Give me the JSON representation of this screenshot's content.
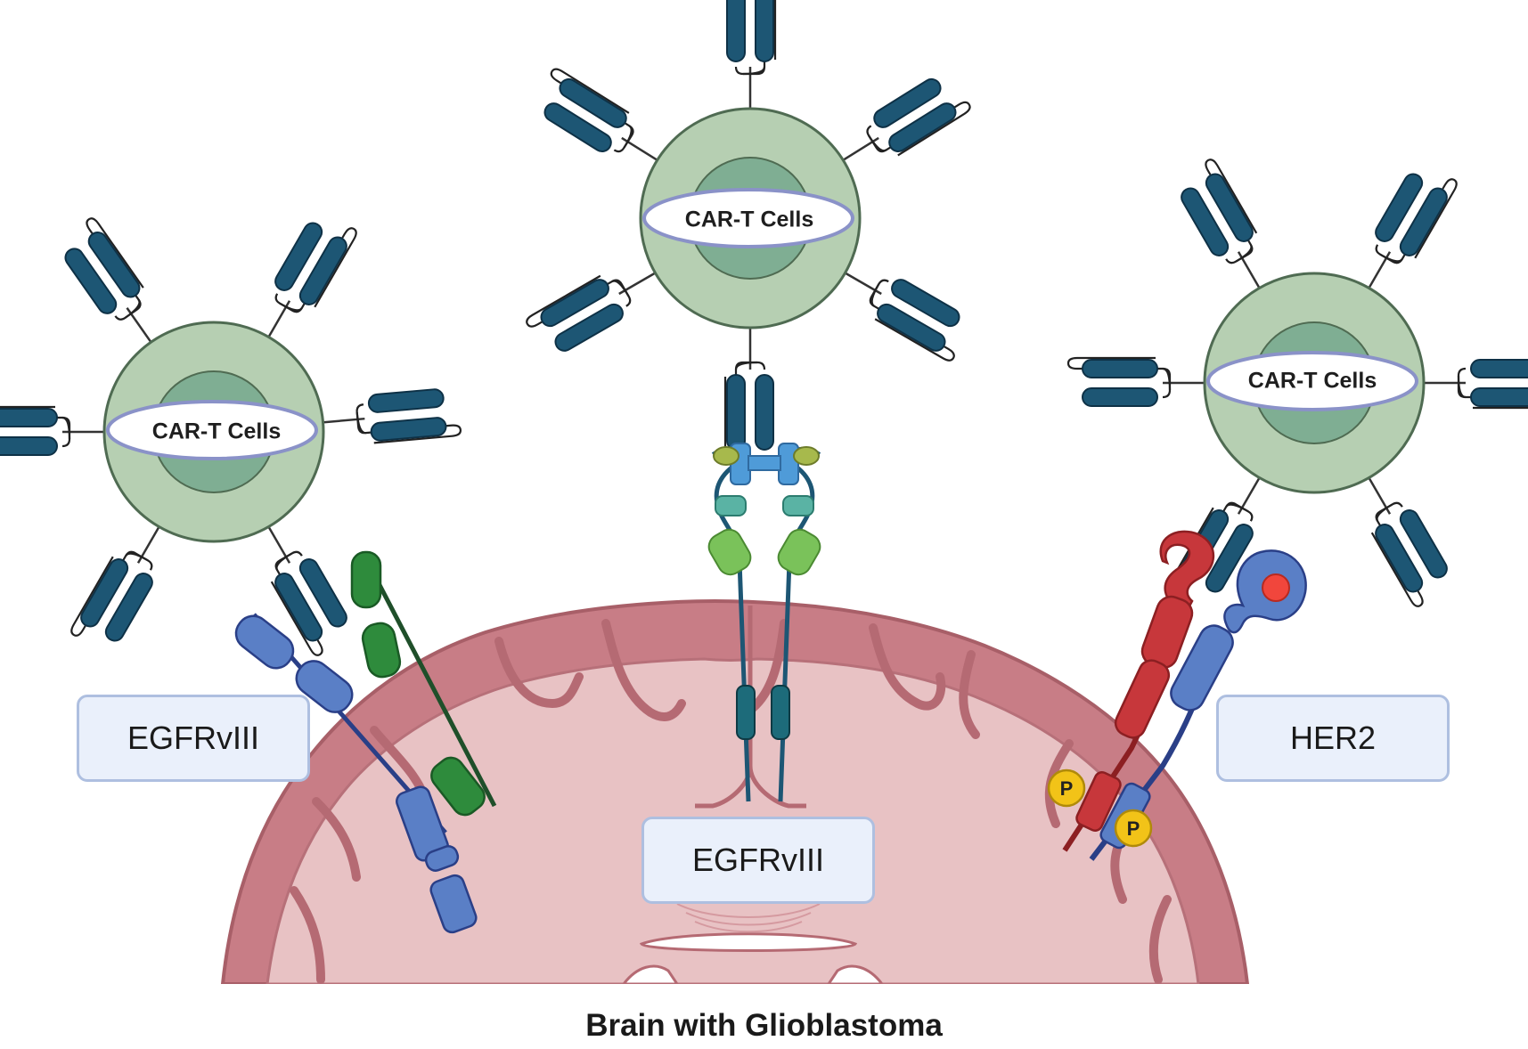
{
  "cells": [
    {
      "label": "CAR-T Cells"
    },
    {
      "label": "CAR-T Cells"
    },
    {
      "label": "CAR-T Cells"
    }
  ],
  "antigens": {
    "left": "EGFRvIII",
    "center": "EGFRvIII",
    "right": "HER2"
  },
  "phospho_label": "P",
  "caption": "Brain with Glioblastoma",
  "colors": {
    "cell_outer": "#b6cfb2",
    "cell_inner": "#7fae93",
    "receptor": "#1d5674",
    "brain_cortex": "#c87d86",
    "brain_inner": "#e8c2c4",
    "egfr_blue": "#5a7fc6",
    "egfr_green": "#2e8b3c",
    "her2_red": "#c7373b",
    "phospho_yellow": "#f2c318"
  }
}
